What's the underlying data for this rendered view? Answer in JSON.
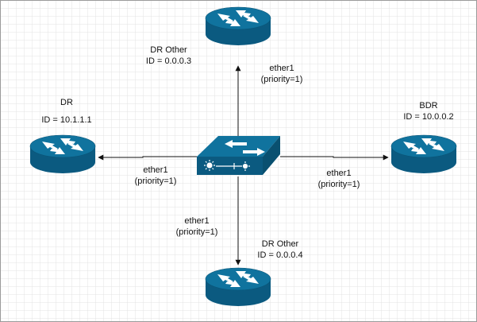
{
  "colors": {
    "device_fill": "#10739e",
    "device_side": "#0b5a80",
    "device_icon": "#ffffff",
    "line": "#111111",
    "grid": "#e3e3e3",
    "frame": "#9a9a9a",
    "text": "#111111"
  },
  "nodes": {
    "dr": {
      "role": "DR",
      "id_text": "ID = 10.1.1.1",
      "icon": "router-icon"
    },
    "bdr": {
      "role": "BDR",
      "id_text": "ID = 10.0.0.2",
      "icon": "router-icon"
    },
    "top": {
      "role": "DR Other",
      "id_text": "ID = 0.0.0.3",
      "icon": "router-icon"
    },
    "bottom": {
      "role": "DR Other",
      "id_text": "ID = 0.0.0.4",
      "icon": "router-icon"
    },
    "switch": {
      "icon": "switch-icon"
    }
  },
  "links": {
    "top": {
      "iface": "ether1",
      "priority": "(priority=1)"
    },
    "left": {
      "iface": "ether1",
      "priority": "(priority=1)"
    },
    "right": {
      "iface": "ether1",
      "priority": "(priority=1)"
    },
    "bottom": {
      "iface": "ether1",
      "priority": "(priority=1)"
    }
  }
}
